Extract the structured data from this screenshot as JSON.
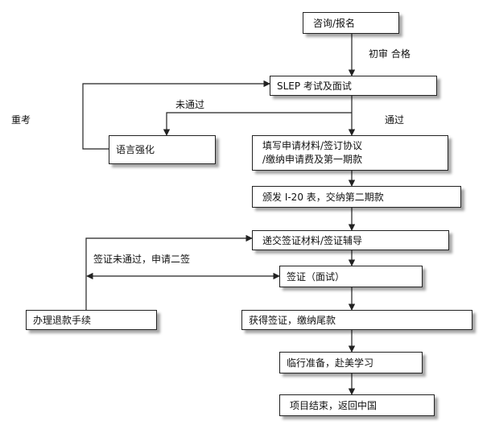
{
  "nodes": {
    "consult": "咨询/报名",
    "slep": "SLEP 考试及面试",
    "language": "语言强化",
    "fill_line1": "填写申请材料/签订协议",
    "fill_line2": "/缴纳申请费及第一期款",
    "i20": "颁发 I-20 表，交纳第二期款",
    "submit": "递交签证材料/签证辅导",
    "visa": "签证（面试）",
    "refund": "办理退款手续",
    "granted": "获得签证，缴纳尾款",
    "prepare": "临行准备，赴美学习",
    "end": "项目结束，返回中国"
  },
  "labels": {
    "initial_pass": "初审 合格",
    "retake": "重考",
    "not_pass": "未通过",
    "pass": "通过",
    "visa_fail": "签证未通过，申请二签"
  },
  "colors": {
    "line": "#222222",
    "border": "#222222"
  }
}
